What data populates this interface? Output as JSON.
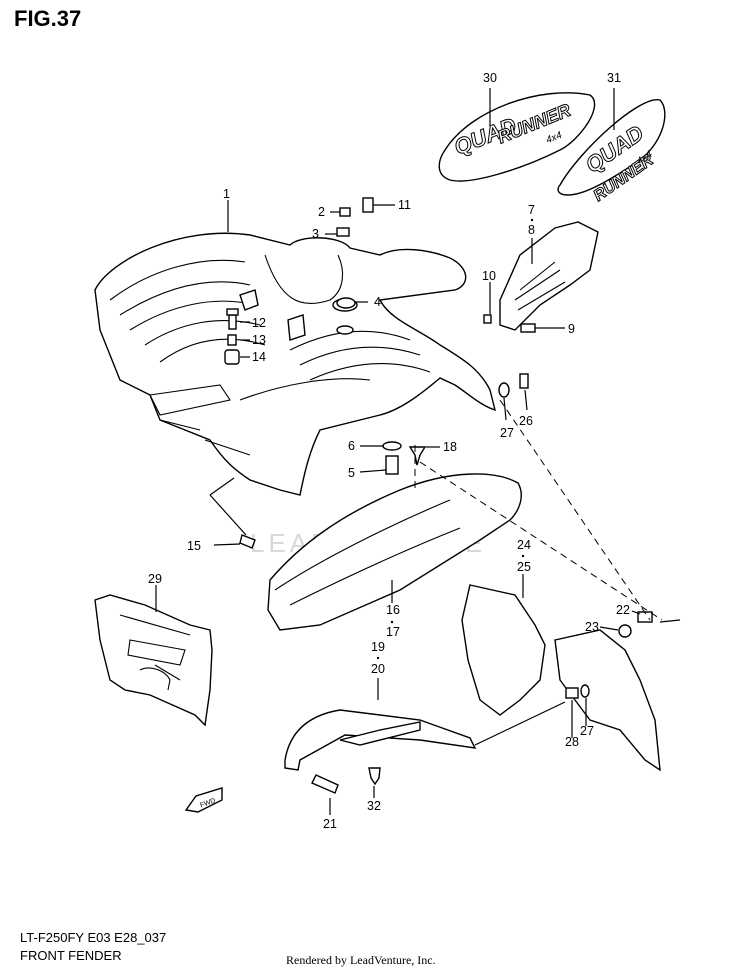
{
  "figure_title": "FIG.37",
  "model_code": "LT-F250FY E03 E28_037",
  "section_name": "FRONT FENDER",
  "rendered_by": "Rendered by LeadVenture, Inc.",
  "watermark": "LEADVENTURE",
  "emblem_text": [
    "QUAD",
    "RUNNER",
    "4x4"
  ],
  "fwd_label": "FWD",
  "callouts": {
    "c1": "1",
    "c2": "2",
    "c3": "3",
    "c4": "4",
    "c5": "5",
    "c6": "6",
    "c7": "7",
    "c8": "8",
    "c9": "9",
    "c10": "10",
    "c11": "11",
    "c12": "12",
    "c13": "13",
    "c14": "14",
    "c15": "15",
    "c16": "16",
    "c17": "17",
    "c18": "18",
    "c19": "19",
    "c20": "20",
    "c21": "21",
    "c22": "22",
    "c23": "23",
    "c24": "24",
    "c25": "25",
    "c26": "26",
    "c27a": "27",
    "c27b": "27",
    "c28": "28",
    "c29": "29",
    "c30": "30",
    "c31": "31",
    "c32": "32"
  }
}
